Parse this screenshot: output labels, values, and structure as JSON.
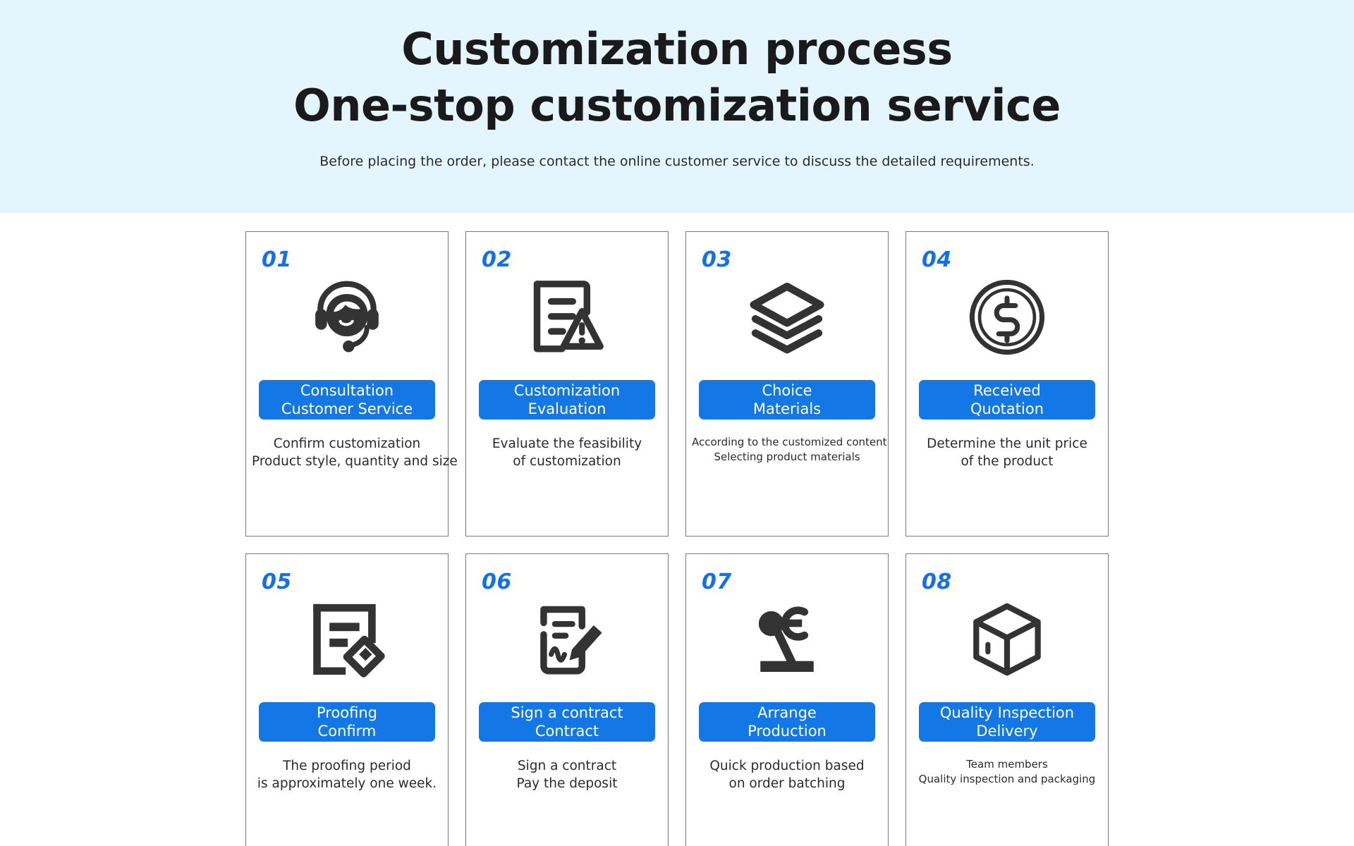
{
  "banner": {
    "title_line1": "Customization process",
    "title_line2": "One-stop customization service",
    "subtitle": "Before placing the order, please contact the online customer service to discuss the detailed requirements.",
    "background_color": "#e5f5fd"
  },
  "theme": {
    "accent_color": "#1477e6",
    "number_color": "#1370e8",
    "icon_color": "#333333",
    "card_border_color": "#7a7a7a",
    "text_color": "#2b2b2b"
  },
  "cards": [
    {
      "number": "01",
      "icon": "headset-support-agent-icon",
      "button_line1": "Consultation",
      "button_line2": "Customer Service",
      "desc_line1": "Confirm customization",
      "desc_line2": "Product style, quantity and size",
      "desc_size": "normal"
    },
    {
      "number": "02",
      "icon": "document-warning-icon",
      "button_line1": "Customization",
      "button_line2": "Evaluation",
      "desc_line1": "Evaluate the feasibility",
      "desc_line2": "of customization",
      "desc_size": "normal"
    },
    {
      "number": "03",
      "icon": "layers-stack-icon",
      "button_line1": "Choice",
      "button_line2": "Materials",
      "desc_line1": "According to the customized content",
      "desc_line2": "Selecting product materials",
      "desc_size": "small"
    },
    {
      "number": "04",
      "icon": "dollar-coin-icon",
      "button_line1": "Received",
      "button_line2": "Quotation",
      "desc_line1": "Determine the unit price",
      "desc_line2": "of the product",
      "desc_size": "normal"
    },
    {
      "number": "05",
      "icon": "document-tag-icon",
      "button_line1": "Proofing",
      "button_line2": "Confirm",
      "desc_line1": "The proofing period",
      "desc_line2": "is approximately one week.",
      "desc_size": "normal"
    },
    {
      "number": "06",
      "icon": "contract-signature-pen-icon",
      "button_line1": "Sign a contract",
      "button_line2": "Contract",
      "desc_line1": "Sign a contract",
      "desc_line2": "Pay the deposit",
      "desc_size": "normal"
    },
    {
      "number": "07",
      "icon": "robotic-arm-icon",
      "button_line1": "Arrange",
      "button_line2": "Production",
      "desc_line1": "Quick production based",
      "desc_line2": "on order batching",
      "desc_size": "normal"
    },
    {
      "number": "08",
      "icon": "package-box-icon",
      "button_line1": "Quality Inspection",
      "button_line2": "Delivery",
      "desc_line1": "Team members",
      "desc_line2": "Quality inspection and packaging",
      "desc_size": "small"
    }
  ]
}
